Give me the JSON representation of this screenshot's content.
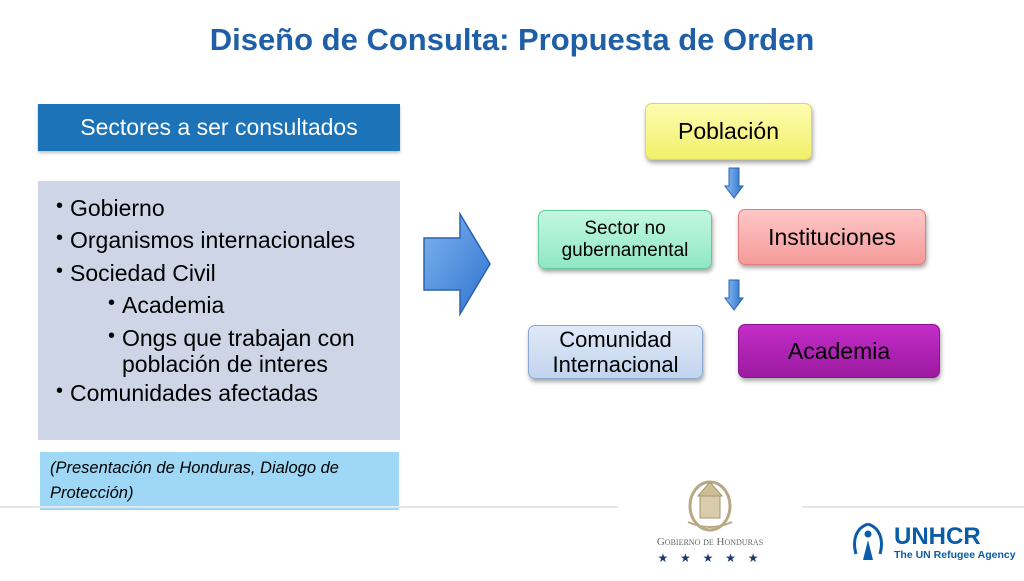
{
  "title": "Diseño de Consulta: Propuesta de Orden",
  "sectors": {
    "header": "Sectores a ser consultados",
    "items": [
      "Gobierno",
      "Organismos internacionales",
      "Sociedad Civil",
      "Academia",
      "Ongs que trabajan con población de interes",
      "Comunidades afectadas"
    ]
  },
  "note": "(Presentación de Honduras, Dialogo de Protección)",
  "flow": {
    "poblacion": "Población",
    "sector_no_gubernamental": "Sector no gubernamental",
    "instituciones": "Instituciones",
    "comunidad_internacional": "Comunidad Internacional",
    "academia": "Academia"
  },
  "footer": {
    "gobierno_logo_text": "Gobierno de Honduras",
    "unhcr_name": "UNHCR",
    "unhcr_tagline": "The UN Refugee Agency"
  },
  "colors": {
    "title": "#1f5fa8",
    "header_bg": "#1d73b8",
    "list_bg": "#cdd5e7",
    "note_bg": "#9ed8f6",
    "poblacion": "#f2f06a",
    "sector_no": "#8fe8c4",
    "instituciones": "#f59a9a",
    "comunidad": "#c2d4ee",
    "academia": "#9c1aa0",
    "unhcr_blue": "#0a5ca8"
  }
}
